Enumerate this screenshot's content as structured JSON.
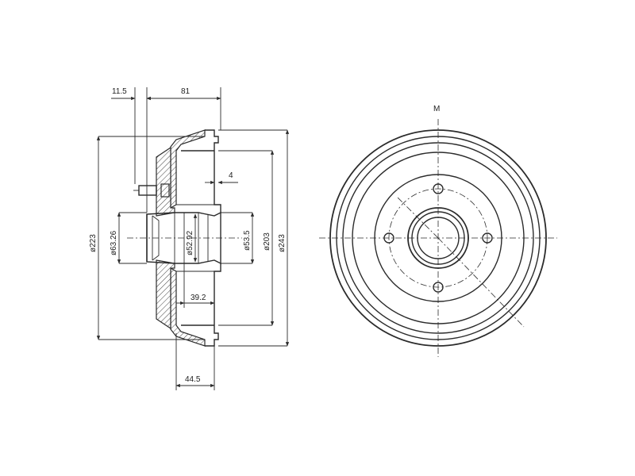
{
  "dimensions": {
    "top_small": "11.5",
    "top_width": "81",
    "offset": "4",
    "dia_223": "ø223",
    "dia_63_26": "ø63.26",
    "dia_52_92": "ø52.92",
    "dia_53_5": "ø53.5",
    "dia_203": "ø203",
    "dia_243": "ø243",
    "depth_39_2": "39.2",
    "bottom_44_5": "44.5"
  },
  "front_view": {
    "thread_label": "M"
  }
}
